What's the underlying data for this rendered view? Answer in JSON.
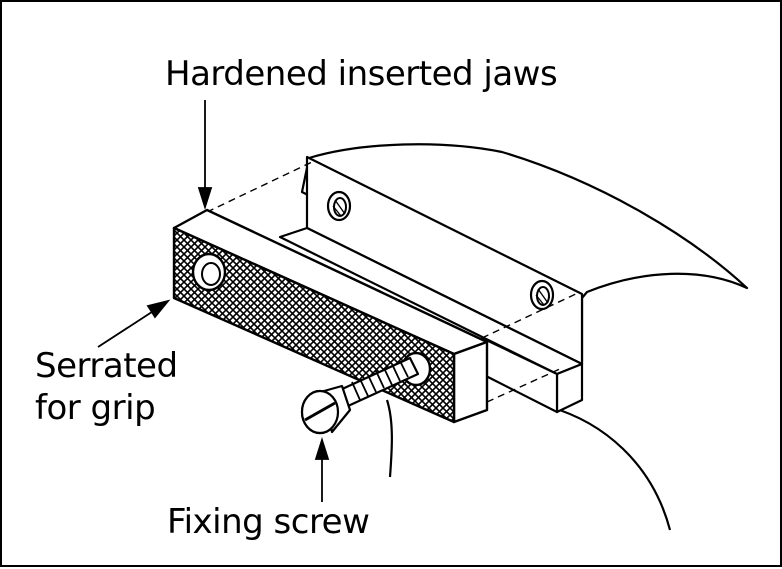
{
  "labels": {
    "hardened_jaws": "Hardened inserted jaws",
    "serrated_line1": "Serrated",
    "serrated_line2": "for grip",
    "fixing_screw": "Fixing screw"
  },
  "colors": {
    "ink": "#000000",
    "paper": "#ffffff"
  }
}
